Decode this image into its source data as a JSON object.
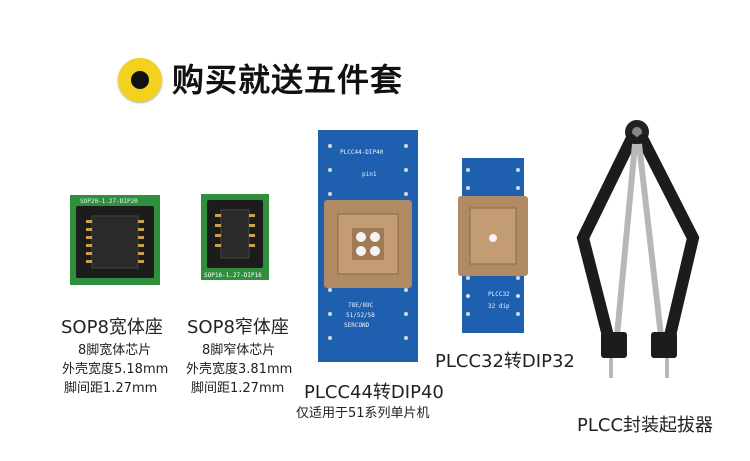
{
  "headline": "购买就送五件套",
  "products": [
    {
      "name": "SOP8宽体座",
      "specs": [
        "8脚宽体芯片",
        "外壳宽度5.18mm",
        "脚间距1.27mm"
      ],
      "board_marking": "SOP20-1.27-DIP20"
    },
    {
      "name": "SOP8窄体座",
      "specs": [
        "8脚窄体芯片",
        "外壳宽度3.81mm",
        "脚间距1.27mm"
      ],
      "board_marking": "SOP16-1.27-DIP16"
    },
    {
      "name": "PLCC44转DIP40",
      "note": "仅适用于51系列单片机",
      "board_marking_top": "PLCC44-DIP40",
      "board_marking_side": "pin1",
      "board_marking_bottom": [
        "78E/89C",
        "51/52/58",
        "SERCOND"
      ]
    },
    {
      "name": "PLCC32转DIP32",
      "board_marking_top": "PLCC32",
      "board_marking_side": "32 dip"
    },
    {
      "name": "PLCC封装起拔器"
    }
  ],
  "colors": {
    "bullet_yellow": "#f2d21c",
    "pcb_blue": "#1f5fb0",
    "pcb_green": "#2f8f3c",
    "socket_tan": "#b08a64",
    "socket_black": "#1c1c1c"
  }
}
